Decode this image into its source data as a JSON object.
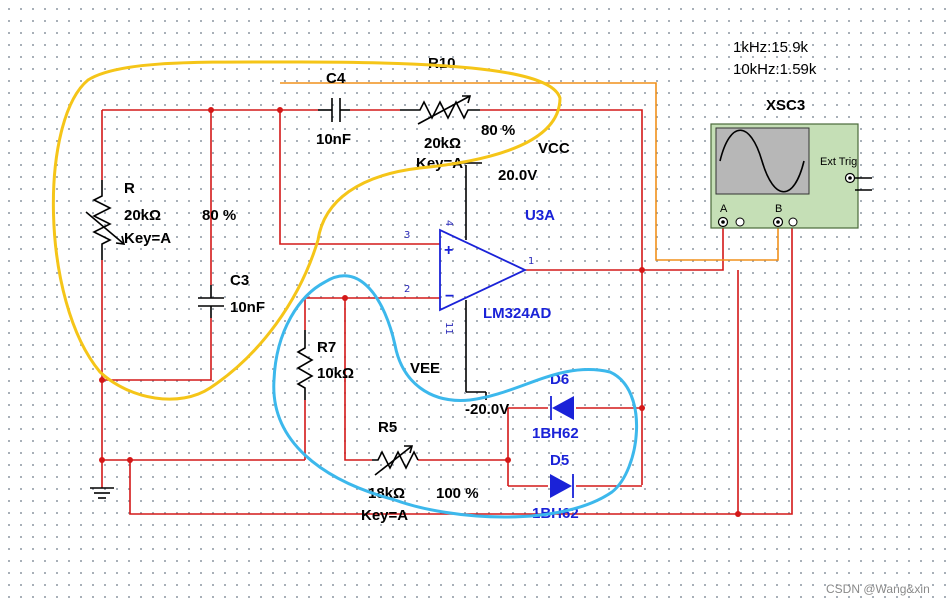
{
  "annotations": {
    "freq_1k": "1kHz:15.9k",
    "freq_10k": "10kHz:1.59k"
  },
  "scope": {
    "name": "XSC3",
    "ext_trig": "Ext Trig",
    "ch_a": "A",
    "ch_b": "B"
  },
  "opamp": {
    "ref": "U3A",
    "part": "LM324AD",
    "pin_plus": "3",
    "pin_minus": "2",
    "pin_out": "1",
    "pin_vcc": "4",
    "pin_vee": "11"
  },
  "supplies": {
    "vcc_name": "VCC",
    "vcc_value": "20.0V",
    "vee_name": "VEE",
    "vee_value": "-20.0V"
  },
  "components": {
    "c4": {
      "ref": "C4",
      "value": "10nF"
    },
    "r10": {
      "ref": "R10",
      "value": "20kΩ",
      "pct": "80 %",
      "key": "Key=A"
    },
    "r": {
      "ref": "R",
      "value": "20kΩ",
      "pct": "80 %",
      "key": "Key=A"
    },
    "c3": {
      "ref": "C3",
      "value": "10nF"
    },
    "r7": {
      "ref": "R7",
      "value": "10kΩ"
    },
    "r5": {
      "ref": "R5",
      "value": "18kΩ",
      "pct": "100 %",
      "key": "Key=A"
    },
    "d6": {
      "ref": "D6",
      "part": "1BH62"
    },
    "d5": {
      "ref": "D5",
      "part": "1BH62"
    }
  },
  "watermark": "CSDN @Wang&xin",
  "colors": {
    "wire": "#d41818",
    "probe_wire": "#f0901c",
    "component": "#000000",
    "label_blue": "#1a22d8",
    "highlight_yellow": "#f5c518",
    "highlight_cyan": "#3cb8ec",
    "scope_body": "#c5dfb6"
  }
}
